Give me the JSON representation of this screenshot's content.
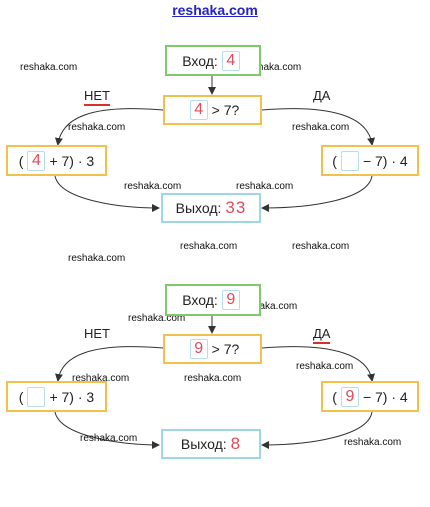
{
  "header_watermark": "reshaka.com",
  "watermarks": [
    "reshaka.com",
    "reshaka.com",
    "reshaka.com",
    "reshaka.com",
    "reshaka.com",
    "reshaka.com",
    "reshaka.com",
    "reshaka.com",
    "reshaka.com",
    "reshaka.com",
    "reshaka.com",
    "reshaka.com",
    "reshaka.com",
    "reshaka.com",
    "reshaka.com",
    "reshaka.com"
  ],
  "diagrams": [
    {
      "input_label": "Вход:",
      "input_value": "4",
      "condition_value": "4",
      "condition_text": "> 7?",
      "no_label": "НЕТ",
      "yes_label": "ДА",
      "left_expr": {
        "open": "(",
        "value": "4",
        "rest": "+ 7) · 3"
      },
      "right_expr": {
        "open": "(",
        "value": "",
        "rest": "− 7) · 4"
      },
      "output_label": "Выход:",
      "output_value": "33"
    },
    {
      "input_label": "Вход:",
      "input_value": "9",
      "condition_value": "9",
      "condition_text": "> 7?",
      "no_label": "НЕТ",
      "yes_label": "ДА",
      "left_expr": {
        "open": "(",
        "value": "",
        "rest": "+ 7) · 3"
      },
      "right_expr": {
        "open": "(",
        "value": "9",
        "rest": "− 7) · 4"
      },
      "output_label": "Выход:",
      "output_value": "8"
    }
  ],
  "colors": {
    "arrow": "#333333",
    "highlight_underline": "#d63030",
    "handwriting": "#e04a5a"
  }
}
